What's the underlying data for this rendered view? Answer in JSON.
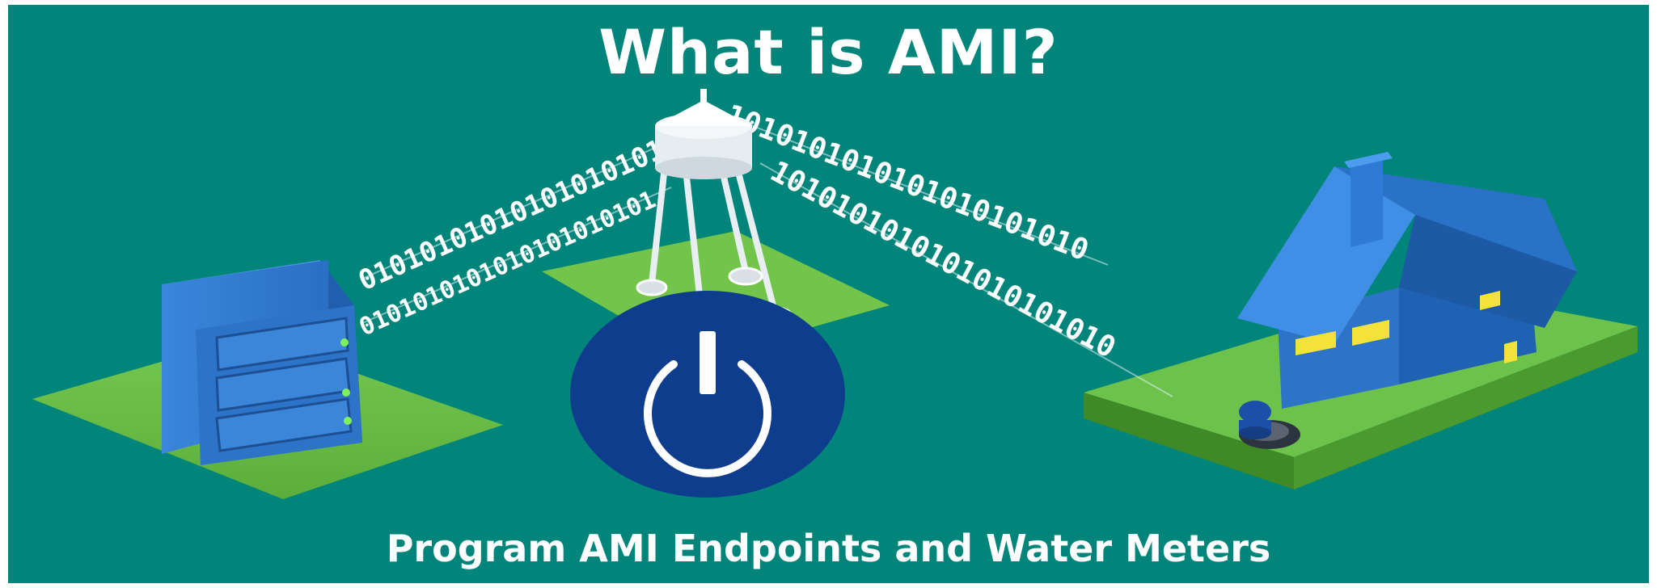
{
  "header": {
    "title": "What is AMI?"
  },
  "footer": {
    "subtitle": "Program AMI Endpoints and Water Meters"
  },
  "data_stream": {
    "segments": [
      "0101010101010101010101",
      "0101010101010101010101",
      "1010101010101010101010",
      "1010101010101010101010"
    ]
  },
  "icons": {
    "server": "server-rack-icon",
    "tower": "water-tower-icon",
    "power": "power-button-icon",
    "house": "house-icon",
    "meter": "water-meter-icon"
  },
  "colors": {
    "background": "#01857a",
    "platform_green": "#6cc24a",
    "object_blue": "#2f7ed8",
    "power_navy": "#0d3d8c",
    "window_yellow": "#f2e23a"
  }
}
